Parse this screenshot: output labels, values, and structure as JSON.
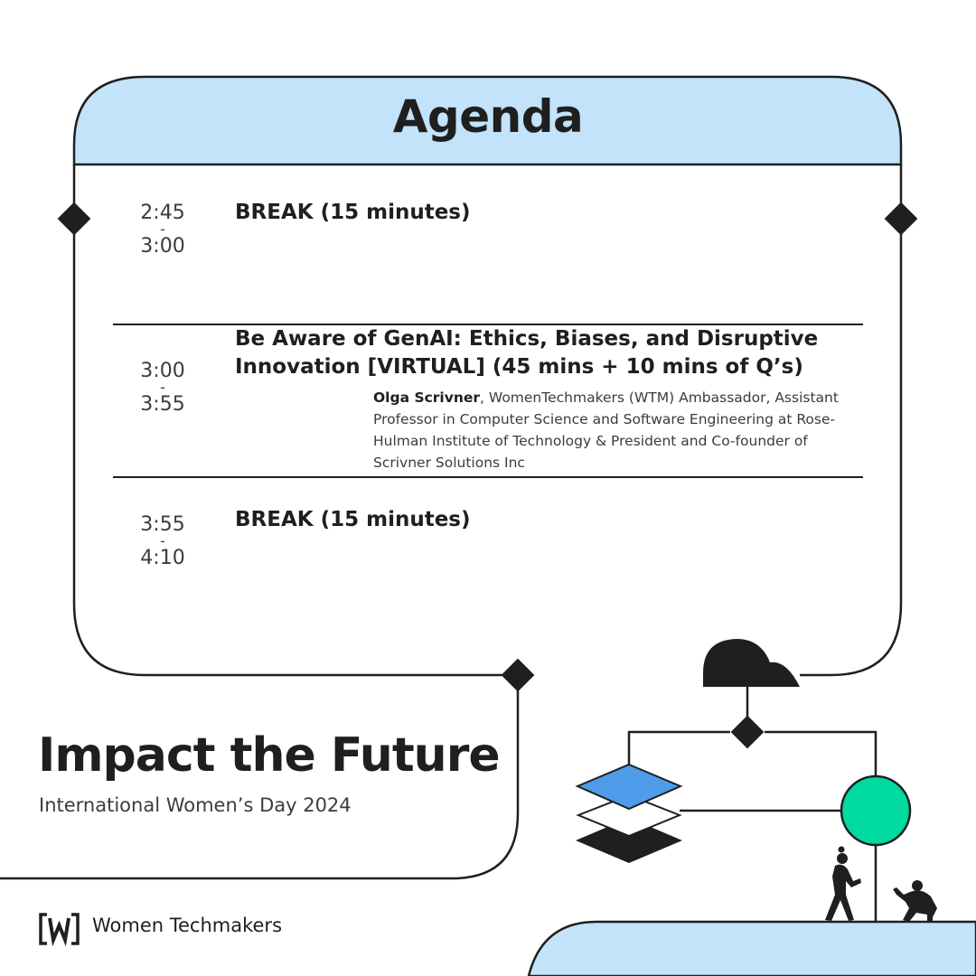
{
  "agenda": {
    "title": "Agenda"
  },
  "sessions": [
    {
      "start": "2:45",
      "sep": "-",
      "end": "3:00",
      "title": "BREAK (15 minutes)"
    },
    {
      "start": "3:00",
      "sep": "-",
      "end": "3:55",
      "title_line1": "Be Aware of GenAI: Ethics, Biases, and Disruptive",
      "title_line2": "Innovation [VIRTUAL] (45 mins + 10 mins of Q’s)",
      "speaker_name": "Olga Scrivner",
      "speaker_details": ", WomenTechmakers (WTM) Ambassador, Assistant Professor in Computer Science and Software Engineering at Rose-Hulman Institute of Technology & President and Co-founder of Scrivner Solutions Inc"
    },
    {
      "start": "3:55",
      "sep": "-",
      "end": "4:10",
      "title": "BREAK (15 minutes)"
    }
  ],
  "campaign": {
    "headline": "Impact the Future",
    "subtitle": "International Women’s Day 2024"
  },
  "brand": {
    "name": "Women Techmakers",
    "logo_icon": "wtm-logo-icon"
  },
  "colors": {
    "header_fill": "#c2e3fa",
    "diamond_blue": "#4f9ceb",
    "circle_green": "#00d9a0",
    "ink": "#1f1f1f"
  }
}
